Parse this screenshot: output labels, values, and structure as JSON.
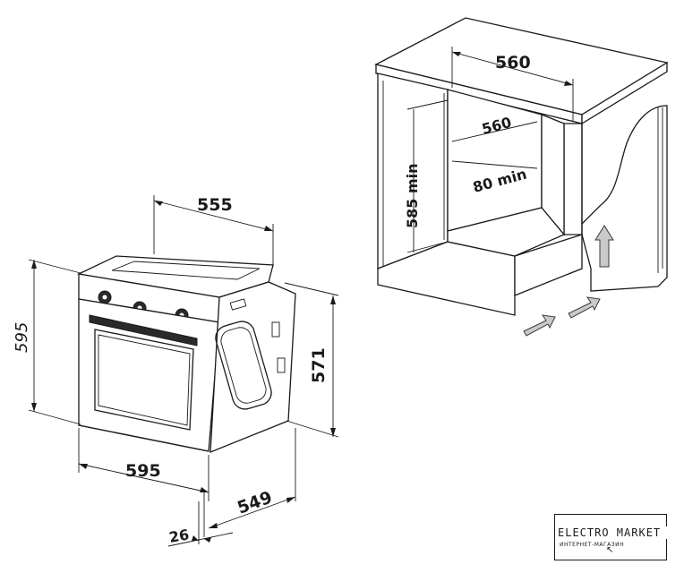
{
  "dimensions": {
    "oven_top_width": "555",
    "oven_front_height": "595",
    "oven_body_height": "571",
    "oven_front_width": "595",
    "oven_depth": "549",
    "door_thickness": "26",
    "niche_top_width": "560",
    "niche_inner_width": "560",
    "niche_height": "585 min",
    "niche_gap": "80 min"
  },
  "logo": {
    "name": "ELECTRO MARKET",
    "subtitle": "ИНТЕРНЕТ-МАГАЗИН"
  },
  "colors": {
    "line": "#1a1a1a",
    "arrow_fill": "#c9c9c9",
    "background": "#ffffff"
  }
}
